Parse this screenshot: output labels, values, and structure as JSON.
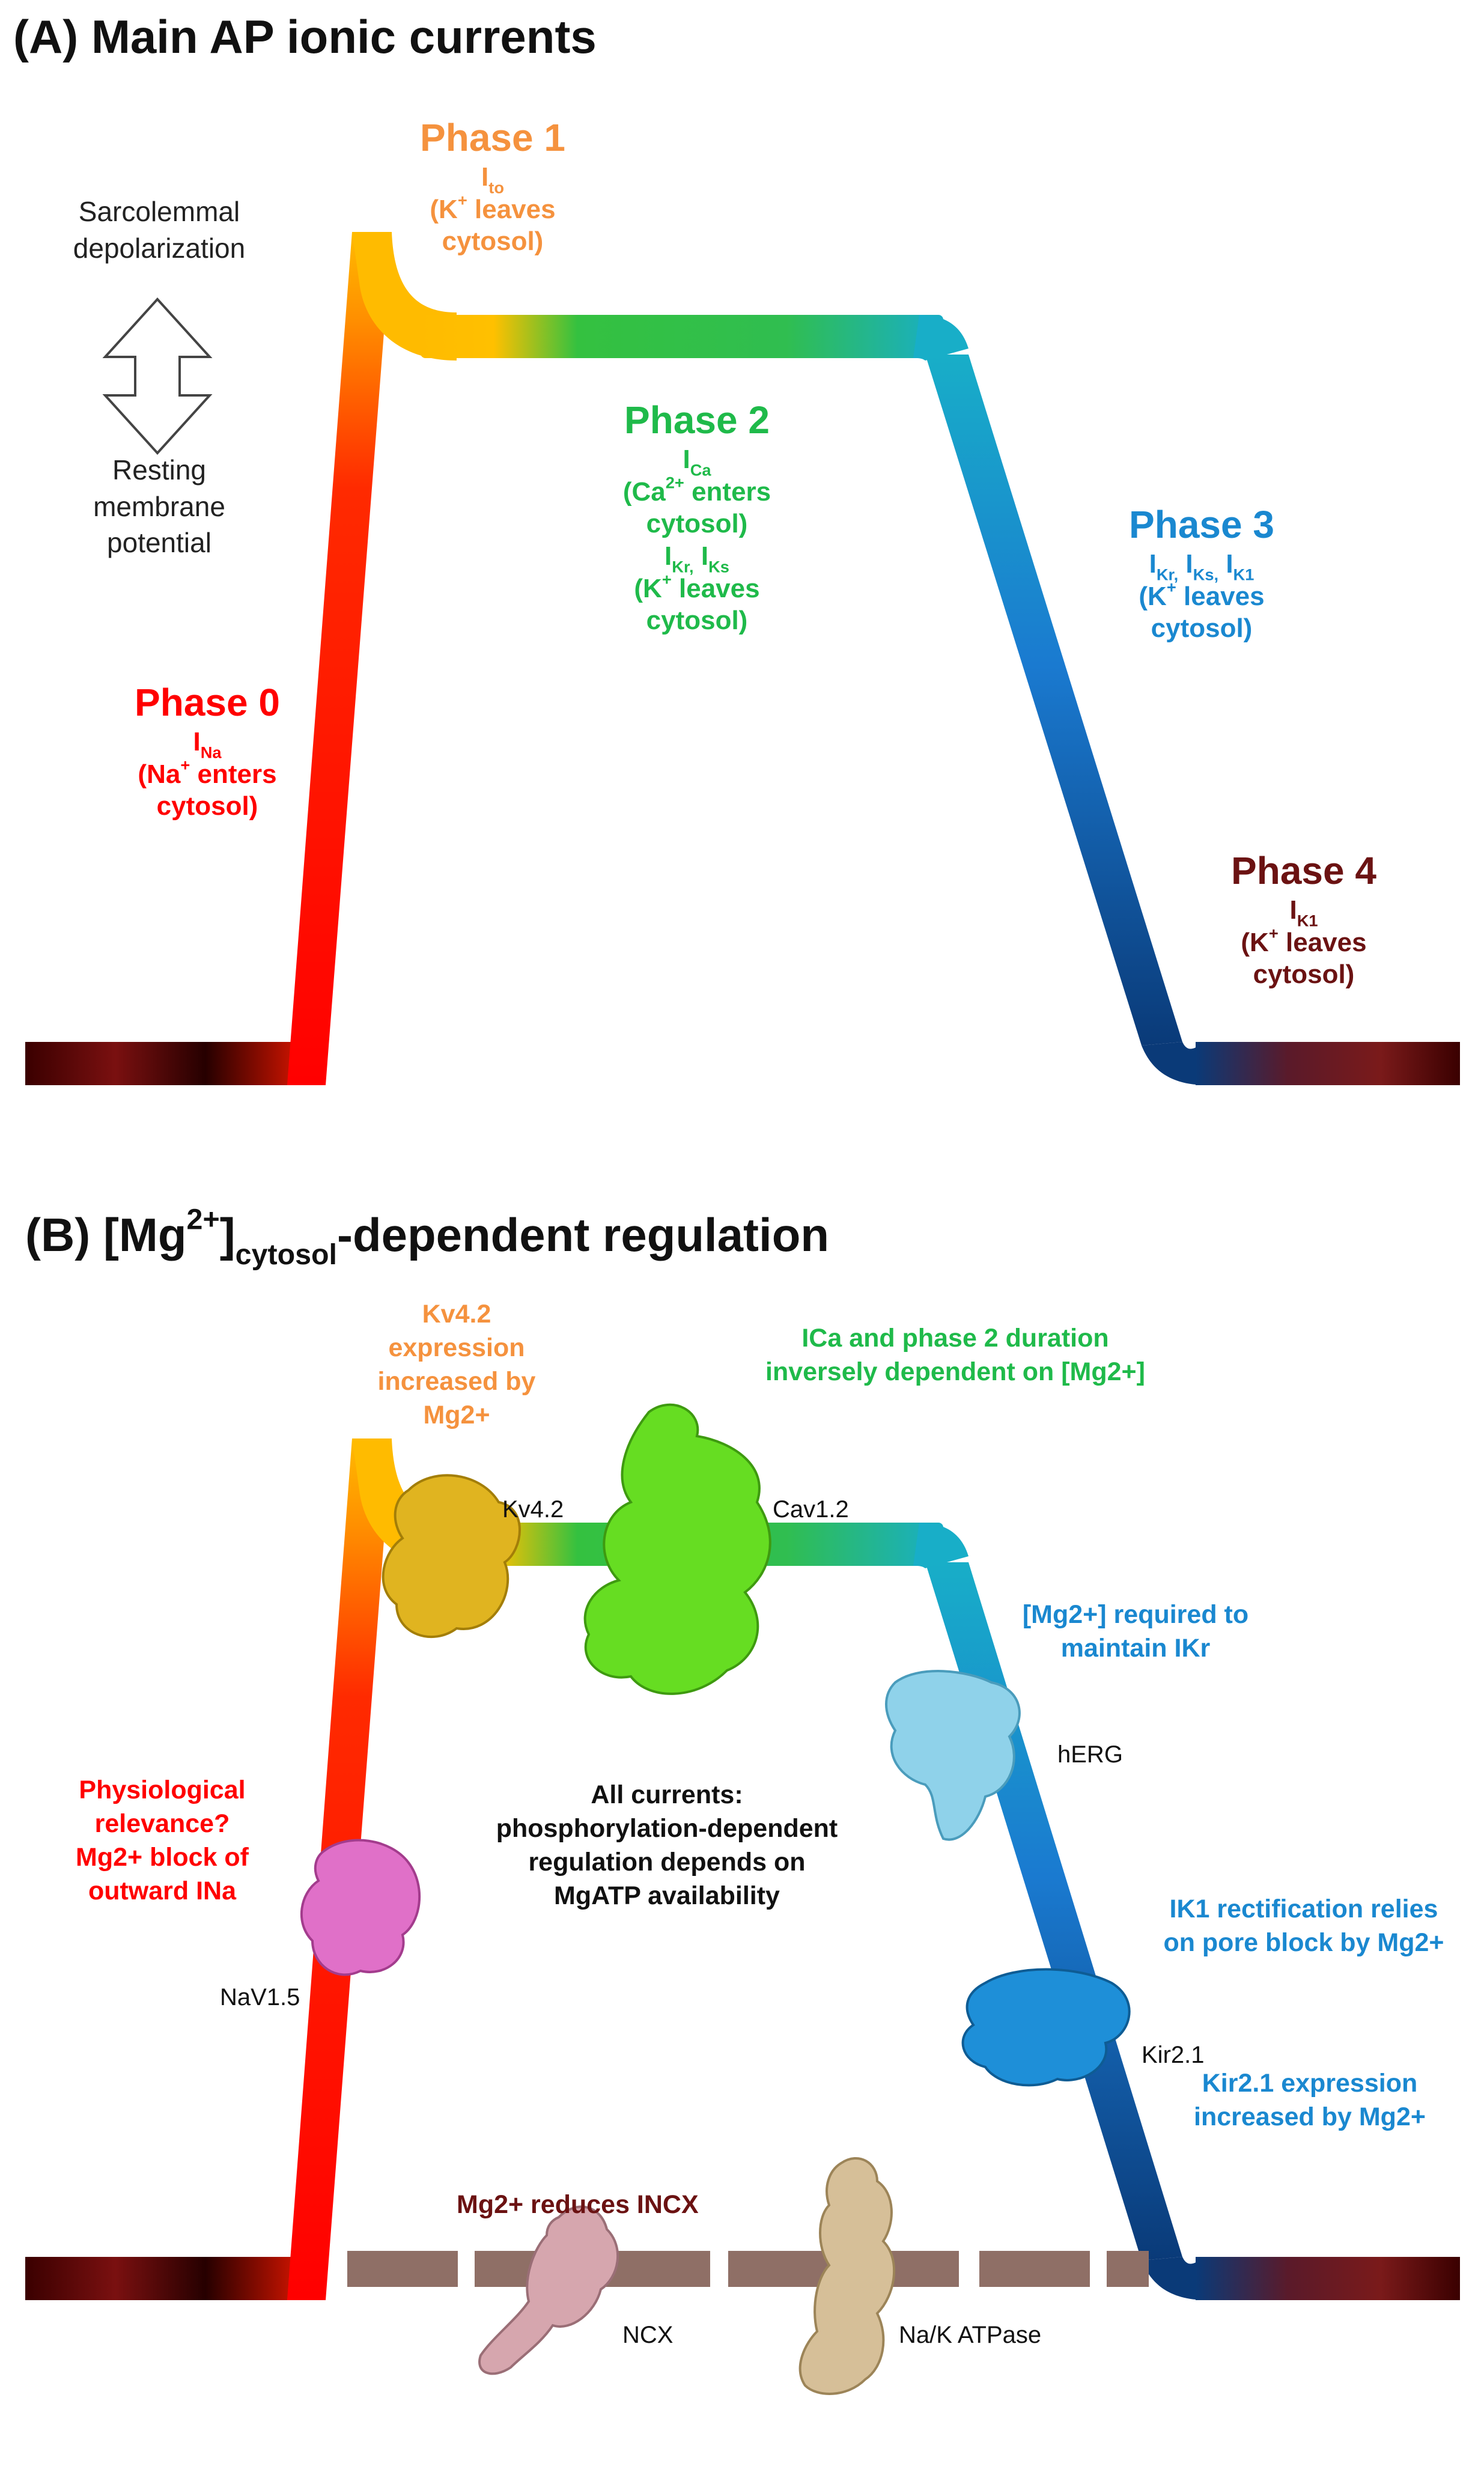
{
  "panel_a": {
    "title": "(A) Main AP ionic currents",
    "side_top": [
      "Sarcolemmal",
      "depolarization"
    ],
    "side_bottom": [
      "Resting",
      "membrane",
      "potential"
    ],
    "phase0": {
      "title": "Phase 0",
      "current": "Na",
      "note_pre": "(Na",
      "note_sup": "+",
      "note_post": " enters",
      "note_line2": "cytosol)",
      "color": "#ff0000"
    },
    "phase1": {
      "title": "Phase 1",
      "current": "to",
      "note_pre": "(K",
      "note_sup": "+",
      "note_post": " leaves",
      "note_line2": "cytosol)",
      "color": "#f5923e"
    },
    "phase2": {
      "title": "Phase 2",
      "current": "Ca",
      "ca_pre": "(Ca",
      "ca_sup": "2+",
      "ca_post": " enters",
      "ca_line2": "cytosol)",
      "k_currents": [
        "Kr,",
        "Ks"
      ],
      "k_pre": "(K",
      "k_sup": "+",
      "k_post": " leaves",
      "k_line2": "cytosol)",
      "color": "#1fba4a"
    },
    "phase3": {
      "title": "Phase 3",
      "currents": [
        "Kr,",
        "Ks,",
        "K1"
      ],
      "note_pre": "(K",
      "note_sup": "+",
      "note_post": " leaves",
      "note_line2": "cytosol)",
      "color": "#1a88d0"
    },
    "phase4": {
      "title": "Phase 4",
      "current": "K1",
      "note_pre": "(K",
      "note_sup": "+",
      "note_post": " leaves",
      "note_line2": "cytosol)",
      "color": "#6b1212"
    }
  },
  "panel_b": {
    "title_pre": "(B) [Mg",
    "title_sup": "2+",
    "title_close": "]",
    "title_sub": "cytosol",
    "title_post": "-dependent regulation",
    "kv42_note": [
      "Kv4.2",
      "expression",
      "increased by",
      "Mg2+"
    ],
    "ica_note": [
      "ICa and phase 2 duration",
      "inversely dependent on [Mg2+]"
    ],
    "herg_note": [
      "[Mg2+] required to",
      "maintain IKr"
    ],
    "ik1_note": [
      "IK1 rectification relies",
      "on pore block by Mg2+"
    ],
    "kir_expr_note": [
      "Kir2.1 expression",
      "increased by Mg2+"
    ],
    "nav_note": [
      "Physiological",
      "relevance?",
      "Mg2+ block of",
      "outward INa"
    ],
    "center_note": [
      "All currents:",
      "phosphorylation-dependent",
      "regulation depends on",
      "MgATP availability"
    ],
    "ncx_note": "Mg2+ reduces INCX",
    "proteins": {
      "kv42": "Kv4.2",
      "cav12": "Cav1.2",
      "herg": "hERG",
      "nav15": "NaV1.5",
      "kir21": "Kir2.1",
      "ncx": "NCX",
      "nak": "Na/K ATPase"
    },
    "colors": {
      "phase0": "#ff0000",
      "phase1": "#f5923e",
      "phase2": "#1fba4a",
      "phase3": "#1a88d0",
      "phase4": "#6b1212",
      "membrane": "#8f6f66",
      "kv42": "#e0b420",
      "cav12": "#66dd22",
      "herg": "#8fd2ea",
      "nav15": "#e070c8",
      "kir21": "#1e8fd8",
      "ncx": "#d6a6ae",
      "nak": "#d6bf98"
    }
  }
}
